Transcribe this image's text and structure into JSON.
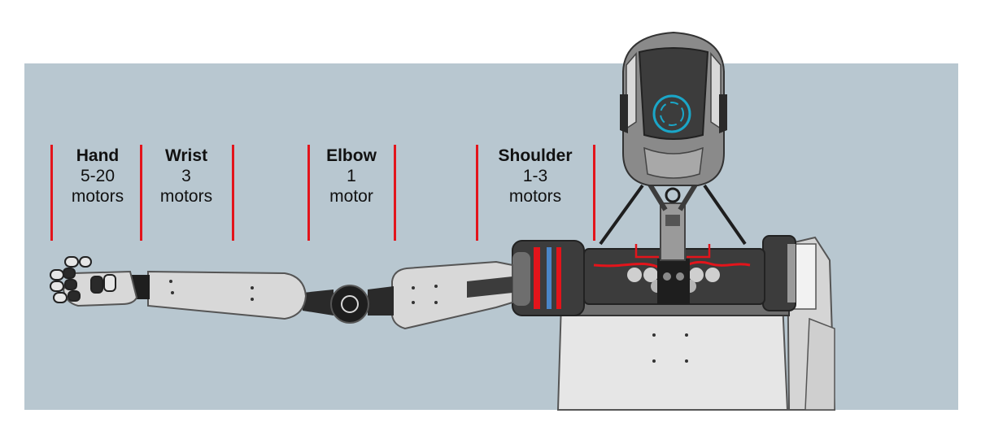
{
  "colors": {
    "background_panel": "#b8c7d0",
    "divider_red": "#e3141b",
    "robot_dark": "#3c3c3c",
    "robot_mid": "#8a8a8a",
    "robot_light": "#e6e6e6",
    "visor_glow": "#1aa6c8",
    "wire_red": "#e3141b",
    "wire_blue": "#4a86c8"
  },
  "segments": [
    {
      "id": "hand",
      "title": "Hand",
      "count": "5-20",
      "unit": "motors"
    },
    {
      "id": "wrist",
      "title": "Wrist",
      "count": "3",
      "unit": "motors"
    },
    {
      "id": "elbow",
      "title": "Elbow",
      "count": "1",
      "unit": "motor"
    },
    {
      "id": "shoulder",
      "title": "Shoulder",
      "count": "1-3",
      "unit": "motors"
    }
  ],
  "icons": {
    "figure": "humanoid-robot-illustration"
  }
}
